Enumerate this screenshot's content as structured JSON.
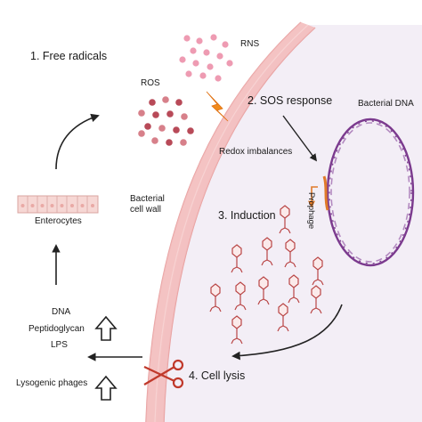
{
  "labels": {
    "free_radicals": "1. Free radicals",
    "rns": "RNS",
    "ros": "ROS",
    "sos_response": "2. SOS response",
    "bacterial_dna": "Bacterial DNA",
    "redox_imbalances": "Redox imbalances",
    "prophage": "Prophage",
    "bacterial_cell_wall_line1": "Bacterial",
    "bacterial_cell_wall_line2": "cell wall",
    "enterocytes": "Enterocytes",
    "induction": "3. Induction",
    "dna": "DNA",
    "peptidoglycan": "Peptidoglycan",
    "lps": "LPS",
    "lysogenic_phages": "Lysogenic phages",
    "cell_lysis": "4. Cell lysis"
  },
  "colors": {
    "cell_interior": "#f3eef6",
    "cell_wall": "#f2b9b9",
    "cell_wall_edge": "#e7a1a1",
    "ros_dot": "#b84a58",
    "rns_dot": "#ee9bb2",
    "dna_strand_a": "#7b3a8e",
    "dna_strand_b": "#b38ac0",
    "prophage": "#e07a2a",
    "phage": "#b94545",
    "lightning": "#f08a1c",
    "scissors": "#c0392b"
  },
  "icons": {
    "ros_cluster": "ros-molecules-icon",
    "rns_cluster": "rns-molecules-icon",
    "lightning": "lightning-bolt-icon",
    "scissors": "scissors-icon",
    "enterocytes": "enterocyte-layer-icon",
    "phage": "bacteriophage-icon",
    "hollow_arrow": "hollow-up-arrow-icon"
  }
}
